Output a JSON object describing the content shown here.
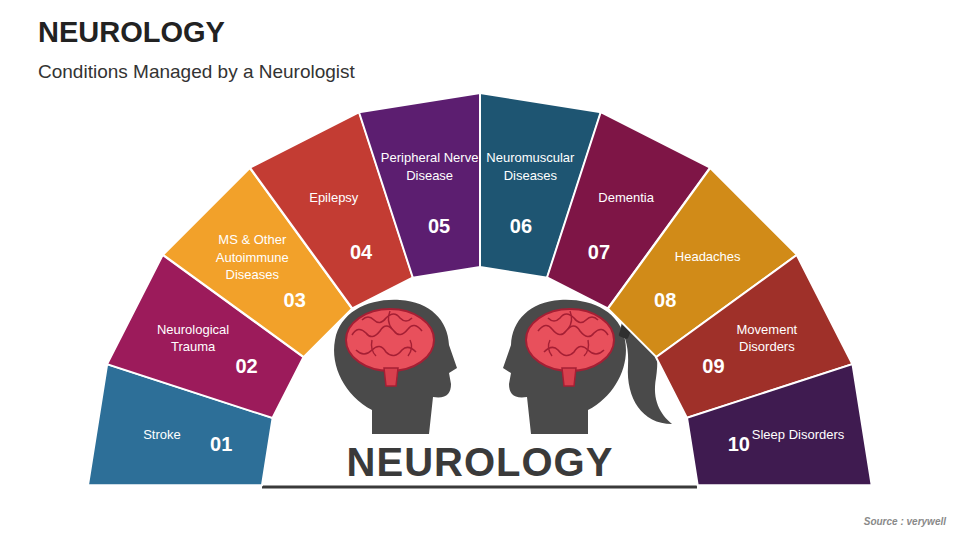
{
  "diagram": {
    "title": "NEUROLOGY",
    "nodes": [
      {
        "text": [
          "Stroke",
          "01"
        ]
      },
      {
        "text": [
          "Neurological Trauma",
          "02"
        ]
      },
      {
        "text": [
          "MS & Other Autoimmune Diseases",
          "03"
        ]
      },
      {
        "text": [
          "Epilepsy",
          "04"
        ]
      },
      {
        "text": [
          "Peripheral Nerve Disease",
          "05"
        ]
      },
      {
        "text": [
          "Neuromuscular Diseases",
          "06"
        ]
      },
      {
        "text": [
          "Dementia",
          "07"
        ]
      },
      {
        "text": [
          "Headaches",
          "08"
        ]
      },
      {
        "text": [
          "Movement Disorders",
          "09"
        ]
      },
      {
        "text": [
          "Sleep Disorders",
          "10"
        ]
      }
    ],
    "labels": [
      "Conditions Managed by a Neurologist",
      "NEUROLOGY",
      "Source : verywell"
    ]
  }
}
